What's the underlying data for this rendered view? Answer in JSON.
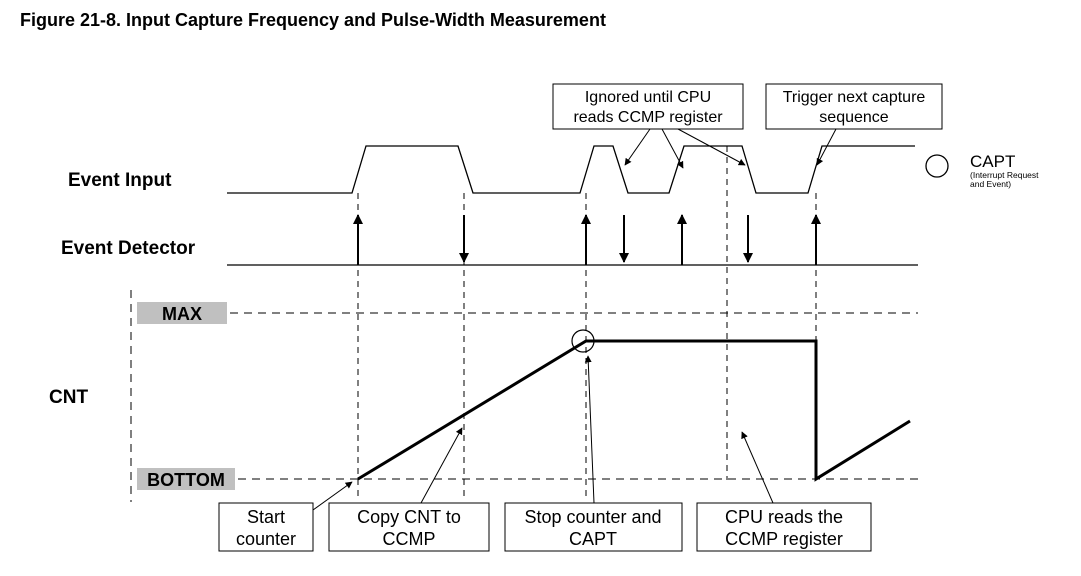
{
  "title": "Figure 21-8. Input Capture Frequency and Pulse-Width Measurement",
  "signals": {
    "event_input": "Event Input",
    "event_detector": "Event Detector",
    "cnt": "CNT"
  },
  "levels": {
    "max": "MAX",
    "bottom": "BOTTOM"
  },
  "legend": {
    "main": "CAPT",
    "sub_line1": "(Interrupt Request",
    "sub_line2": "and Event)"
  },
  "callouts_top": [
    {
      "line1": "Ignored until CPU",
      "line2": "reads CCMP register"
    },
    {
      "line1": "Trigger next capture",
      "line2": "sequence"
    }
  ],
  "callouts_bottom": [
    {
      "line1": "Start",
      "line2": "counter"
    },
    {
      "line1": "Copy CNT to",
      "line2": "CCMP"
    },
    {
      "line1": "Stop counter and",
      "line2": "CAPT"
    },
    {
      "line1": "CPU reads the",
      "line2": "CCMP register"
    }
  ],
  "colors": {
    "level_box": "#c0c0c0",
    "line": "#000000"
  }
}
